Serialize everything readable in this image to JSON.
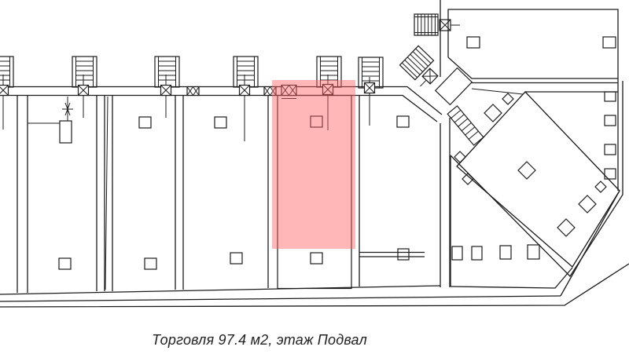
{
  "caption": {
    "text": "Торговля 97.4 м2, этаж Подвал"
  },
  "unit": {
    "usage_type": "Торговля",
    "area_m2": "97.4",
    "floor": "Подвал"
  },
  "colors": {
    "background": "#ffffff",
    "line": "#1c1c1c",
    "highlight_fill": "#ff5f5f",
    "caption_text": "#222222"
  }
}
